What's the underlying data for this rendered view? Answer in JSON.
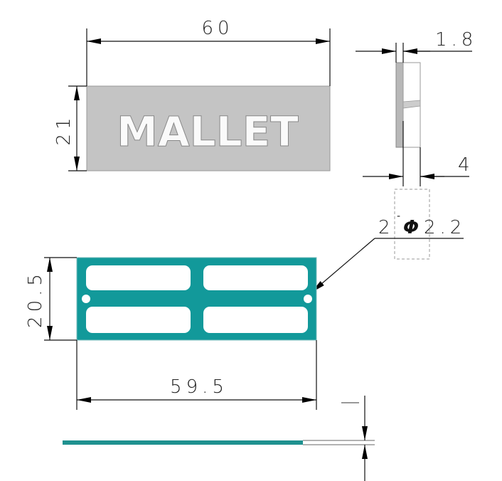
{
  "front_view": {
    "label_text": "MALLET",
    "width_dim": "60",
    "height_dim": "21"
  },
  "side_view": {
    "thickness_dim": "1.8",
    "depth_dim": "4"
  },
  "hole_note": {
    "count": "2",
    "separator": "-",
    "symbol": "Φ",
    "diameter": "2.2"
  },
  "bracket_view": {
    "height_dim": "20.5",
    "width_dim": "59.5"
  },
  "colors": {
    "plate": "#c4c4c4",
    "bracket": "#12999a"
  }
}
